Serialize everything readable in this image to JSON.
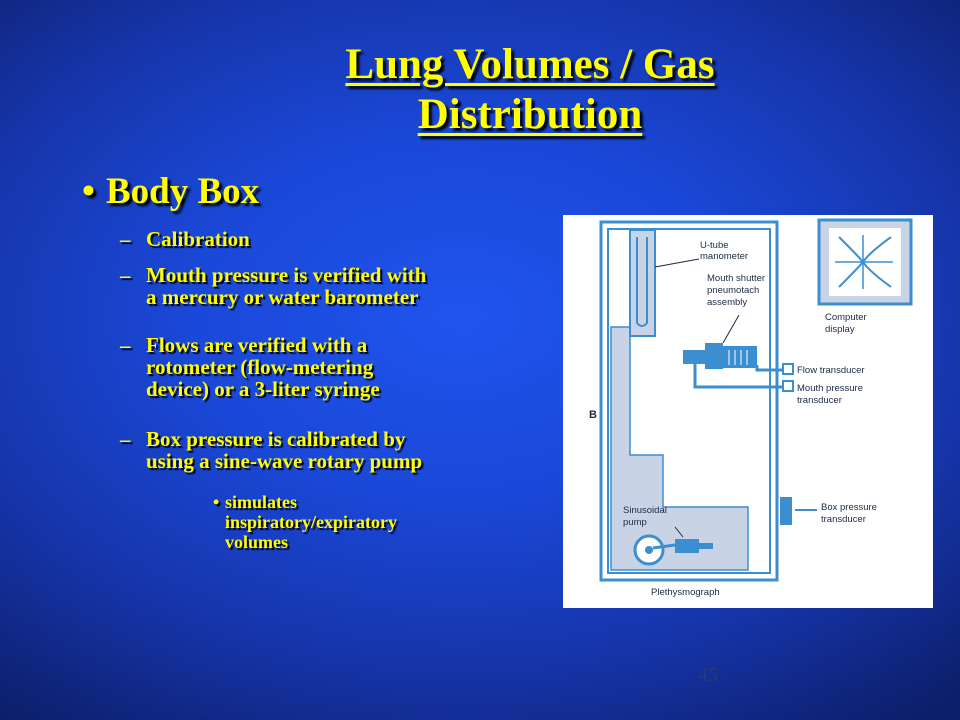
{
  "slide": {
    "title_line1": "Lung Volumes / Gas",
    "title_line2": "Distribution",
    "bullet": {
      "glyph": "•",
      "text": "Body Box"
    },
    "sub_items": [
      {
        "dash": "–",
        "lines": [
          "Calibration"
        ]
      },
      {
        "dash": "–",
        "lines": [
          "Mouth pressure is verified with",
          "a mercury or water barometer"
        ]
      },
      {
        "dash": "–",
        "lines": [
          "Flows are verified with a",
          "rotometer (flow-metering",
          "device) or a 3-liter syringe"
        ]
      },
      {
        "dash": "–",
        "lines": [
          "Box pressure is calibrated by",
          "using a sine-wave rotary pump"
        ]
      }
    ],
    "subsub": {
      "glyph": "•",
      "lines": [
        "simulates",
        "inspiratory/expiratory",
        "volumes"
      ]
    },
    "page_number": "45"
  },
  "diagram": {
    "labels": {
      "u_tube_1": "U-tube",
      "u_tube_2": "manometer",
      "mouth_shutter_1": "Mouth shutter",
      "mouth_shutter_2": "pneumotach",
      "mouth_shutter_3": "assembly",
      "computer_1": "Computer",
      "computer_2": "display",
      "flow_transducer": "Flow transducer",
      "mouth_pressure_1": "Mouth pressure",
      "mouth_pressure_2": "transducer",
      "b_label": "B",
      "box_pressure_1": "Box pressure",
      "box_pressure_2": "transducer",
      "sinusoidal_1": "Sinusoidal",
      "sinusoidal_2": "pump",
      "plethysmograph": "Plethysmograph"
    },
    "colors": {
      "line": "#3b8fd0",
      "fill": "#c9d3e6",
      "text": "#1a2a44"
    }
  }
}
